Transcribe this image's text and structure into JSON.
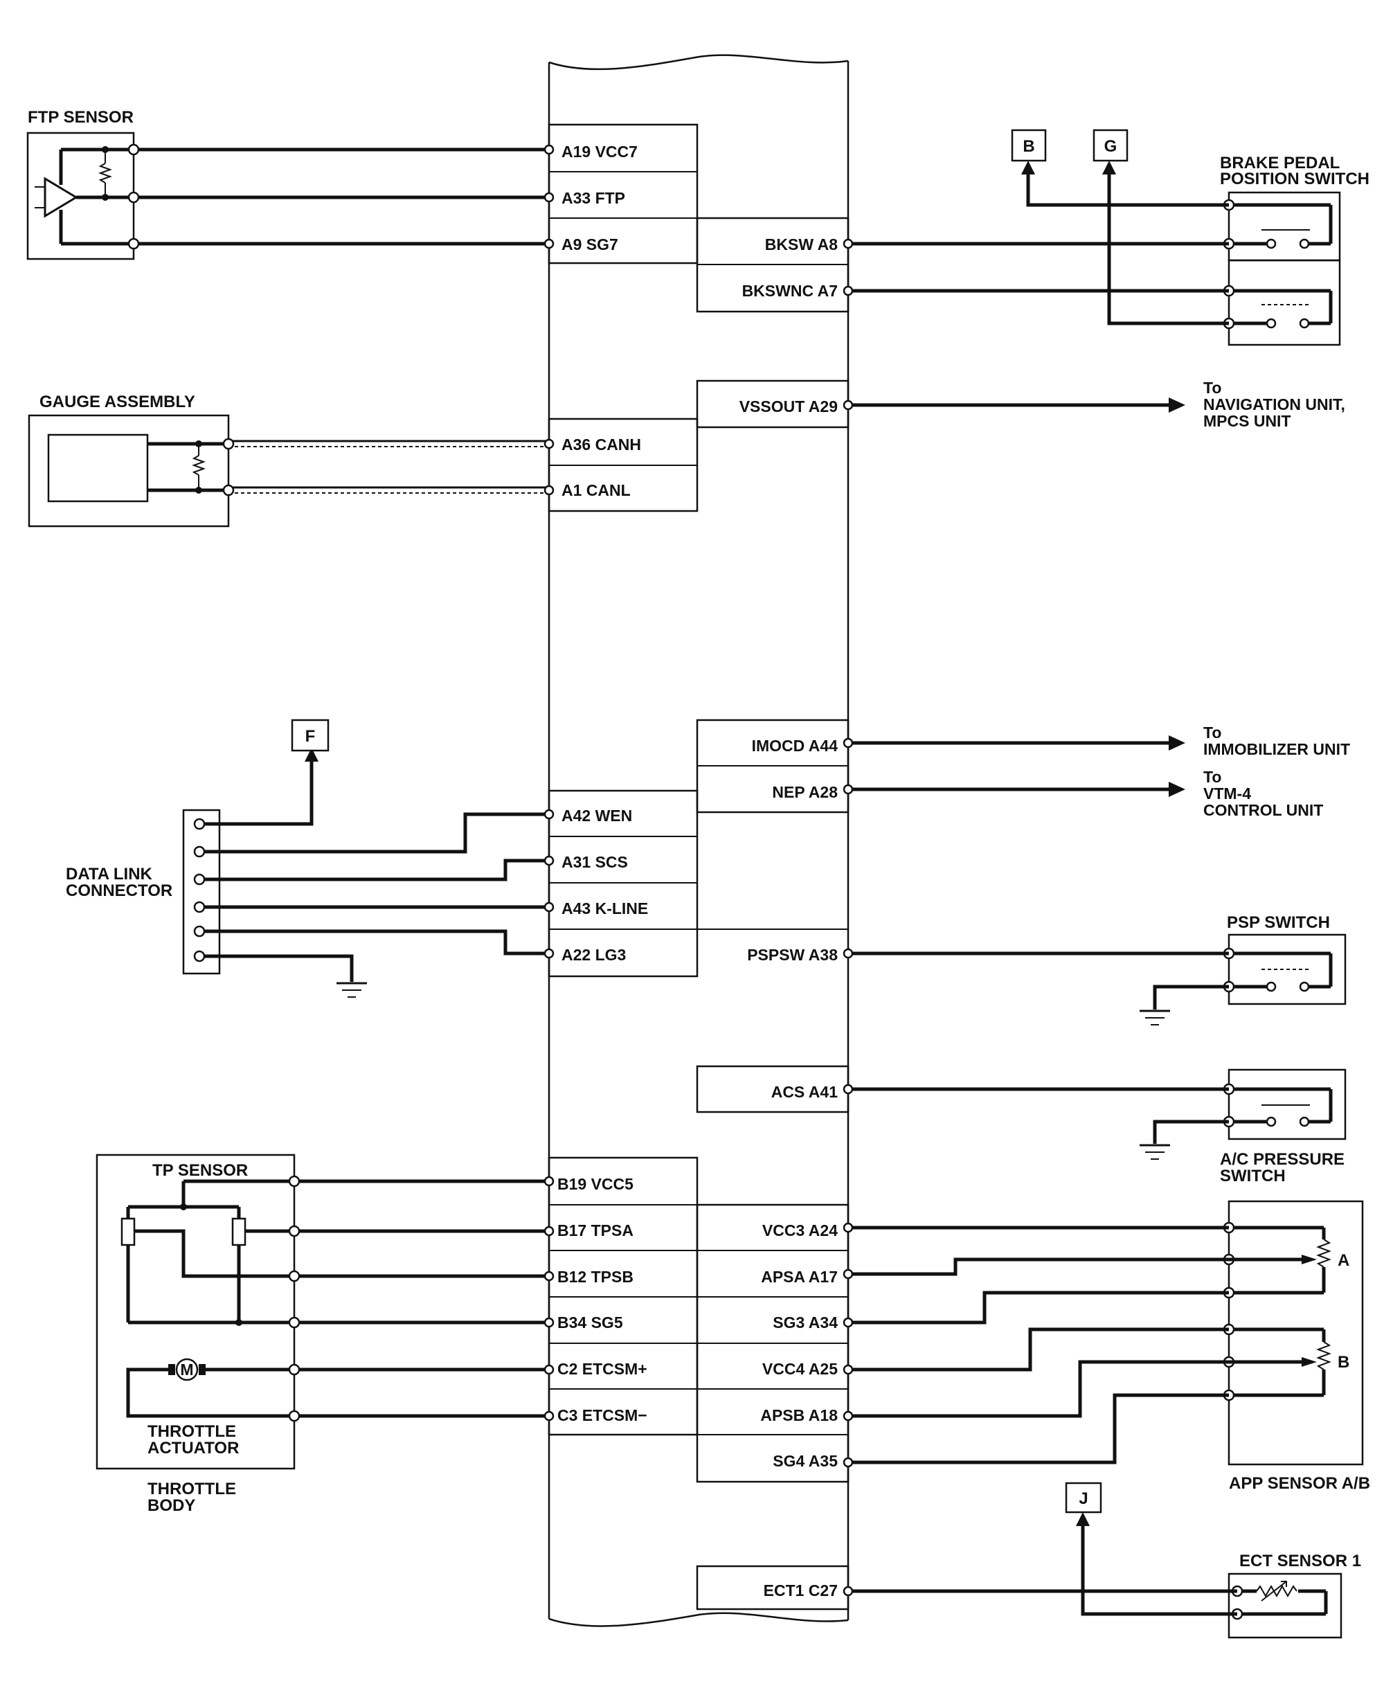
{
  "ecm_left_pins": [
    "A19 VCC7",
    "A33 FTP",
    "A9 SG7",
    "A36 CANH",
    "A1 CANL",
    "A42 WEN",
    "A31 SCS",
    "A43 K-LINE",
    "A22 LG3",
    "B19 VCC5",
    "B17 TPSA",
    "B12 TPSB",
    "B34 SG5",
    "C2 ETCSM+",
    "C3 ETCSM−"
  ],
  "ecm_right_pins": [
    "BKSW A8",
    "BKSWNC A7",
    "VSSOUT A29",
    "IMOCD A44",
    "NEP A28",
    "PSPSW A38",
    "ACS A41",
    "VCC3 A24",
    "APSA A17",
    "SG3 A34",
    "VCC4 A25",
    "APSB A18",
    "SG4 A35",
    "ECT1 C27"
  ],
  "components": {
    "ftp_sensor": "FTP SENSOR",
    "gauge_assembly": "GAUGE ASSEMBLY",
    "data_link_connector": [
      "DATA LINK",
      "CONNECTOR"
    ],
    "tp_sensor": "TP SENSOR",
    "throttle_actuator": [
      "THROTTLE",
      "ACTUATOR"
    ],
    "throttle_body": [
      "THROTTLE",
      "BODY"
    ],
    "brake_pedal_switch": [
      "BRAKE PEDAL",
      "POSITION SWITCH"
    ],
    "psp_switch": "PSP SWITCH",
    "ac_pressure_switch": [
      "A/C PRESSURE",
      "SWITCH"
    ],
    "app_sensor": "APP SENSOR A/B",
    "ect_sensor": "ECT SENSOR 1"
  },
  "destinations": {
    "navigation": [
      "To",
      "NAVIGATION UNIT,",
      "MPCS UNIT"
    ],
    "immobilizer": [
      "To",
      "IMMOBILIZER UNIT"
    ],
    "vtm4": [
      "To",
      "VTM-4",
      "CONTROL UNIT"
    ]
  },
  "connectors": {
    "b": "B",
    "g": "G",
    "f": "F",
    "j": "J"
  },
  "app_labels": {
    "a": "A",
    "b": "B"
  },
  "motor_symbol": "M"
}
